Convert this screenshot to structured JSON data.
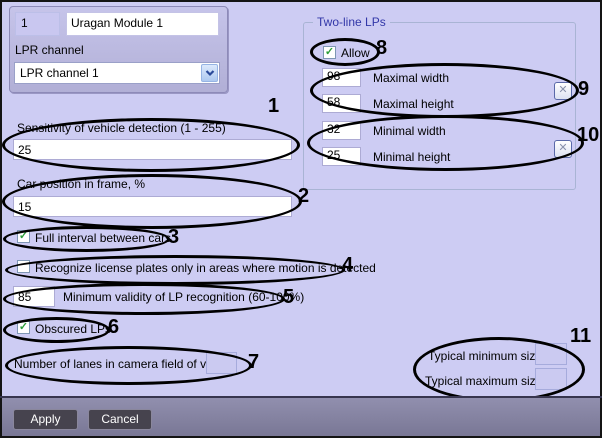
{
  "module_panel": {
    "id_value": "1",
    "name_value": "Uragan Module 1",
    "channel_label": "LPR channel",
    "channel_selected": "LPR channel 1"
  },
  "two_line_group": {
    "title": "Two-line LPs",
    "allow": {
      "label": "Allow",
      "checked": true
    },
    "maximal_width": {
      "value": "98",
      "label": "Maximal width"
    },
    "maximal_height": {
      "value": "58",
      "label": "Maximal height"
    },
    "minimal_width": {
      "value": "32",
      "label": "Minimal width"
    },
    "minimal_height": {
      "value": "25",
      "label": "Minimal height"
    }
  },
  "fields": {
    "sensitivity": {
      "label": "Sensitivity of vehicle detection (1 - 255)",
      "value": "25"
    },
    "car_position": {
      "label": "Car position in frame, %",
      "value": "15"
    },
    "full_interval": {
      "label": "Full interval between cars",
      "checked": true
    },
    "motion_only": {
      "label": "Recognize license plates only in areas where motion is detected",
      "checked": false
    },
    "min_validity": {
      "value": "85",
      "label": "Minimum validity of LP recognition (60-100%)"
    },
    "obscured": {
      "label": "Obscured LPs",
      "checked": true
    },
    "lanes": {
      "label": "Number of lanes in camera field of view",
      "value": ""
    },
    "typical_min": {
      "label": "Typical minimum size",
      "value": ""
    },
    "typical_max": {
      "label": "Typical maximum size",
      "value": ""
    }
  },
  "icons": {
    "check": "✓",
    "x": "✕"
  },
  "annotations": [
    "1",
    "2",
    "3",
    "4",
    "5",
    "6",
    "7",
    "8",
    "9",
    "10",
    "11"
  ],
  "footer": {
    "apply_label": "Apply",
    "cancel_label": "Cancel"
  },
  "colors": {
    "background": "#cdccf3",
    "panel": "#b9b7dd",
    "group_title": "#3237a8",
    "check_green": "#2d9e3a",
    "footer": "#8a88a5",
    "button": "#46434e",
    "annotation": "#000000"
  }
}
